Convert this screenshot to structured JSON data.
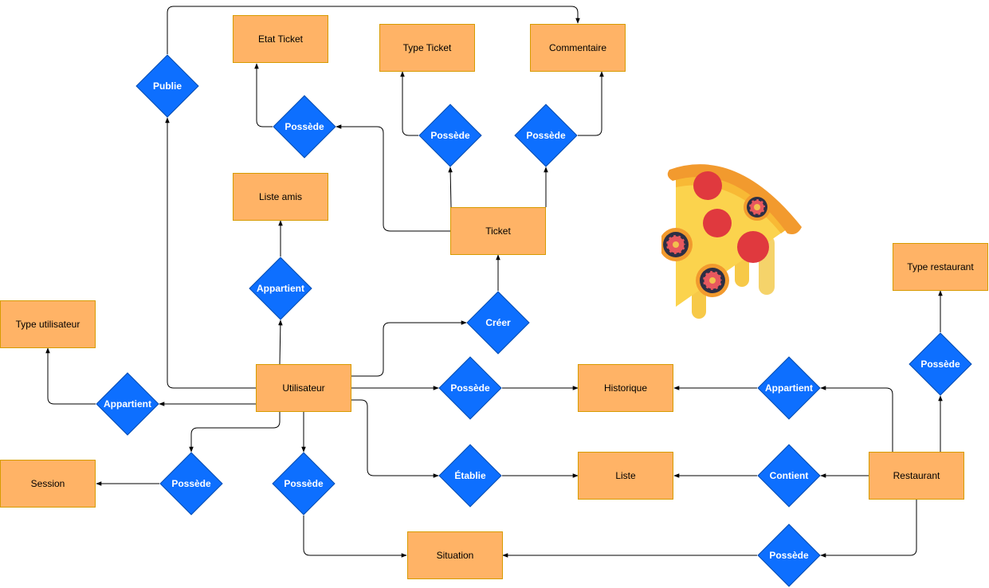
{
  "entities": {
    "etat_ticket": "Etat Ticket",
    "type_ticket": "Type Ticket",
    "commentaire": "Commentaire",
    "liste_amis": "Liste amis",
    "ticket": "Ticket",
    "type_restaurant": "Type restaurant",
    "type_utilisateur": "Type utilisateur",
    "utilisateur": "Utilisateur",
    "historique": "Historique",
    "session": "Session",
    "liste": "Liste",
    "restaurant": "Restaurant",
    "situation": "Situation"
  },
  "relations": {
    "publie": "Publie",
    "possede_etat": "Possède",
    "possede_type_ticket": "Possède",
    "possede_commentaire": "Possède",
    "appartient_liste_amis": "Appartient",
    "creer": "Créer",
    "possede_type_restaurant": "Possède",
    "appartient_type_utilisateur": "Appartient",
    "possede_historique": "Possède",
    "appartient_historique": "Appartient",
    "possede_session": "Possède",
    "possede_situation": "Possède",
    "etablie": "Établie",
    "contient": "Contient",
    "possede_situation_restaurant": "Possède"
  },
  "colors": {
    "entity_fill": "#ffb366",
    "entity_border": "#d79b00",
    "relation_fill": "#0d6fff",
    "relation_text": "#ffffff",
    "connector": "#000000"
  },
  "illustration": "pizza-slice-icon"
}
